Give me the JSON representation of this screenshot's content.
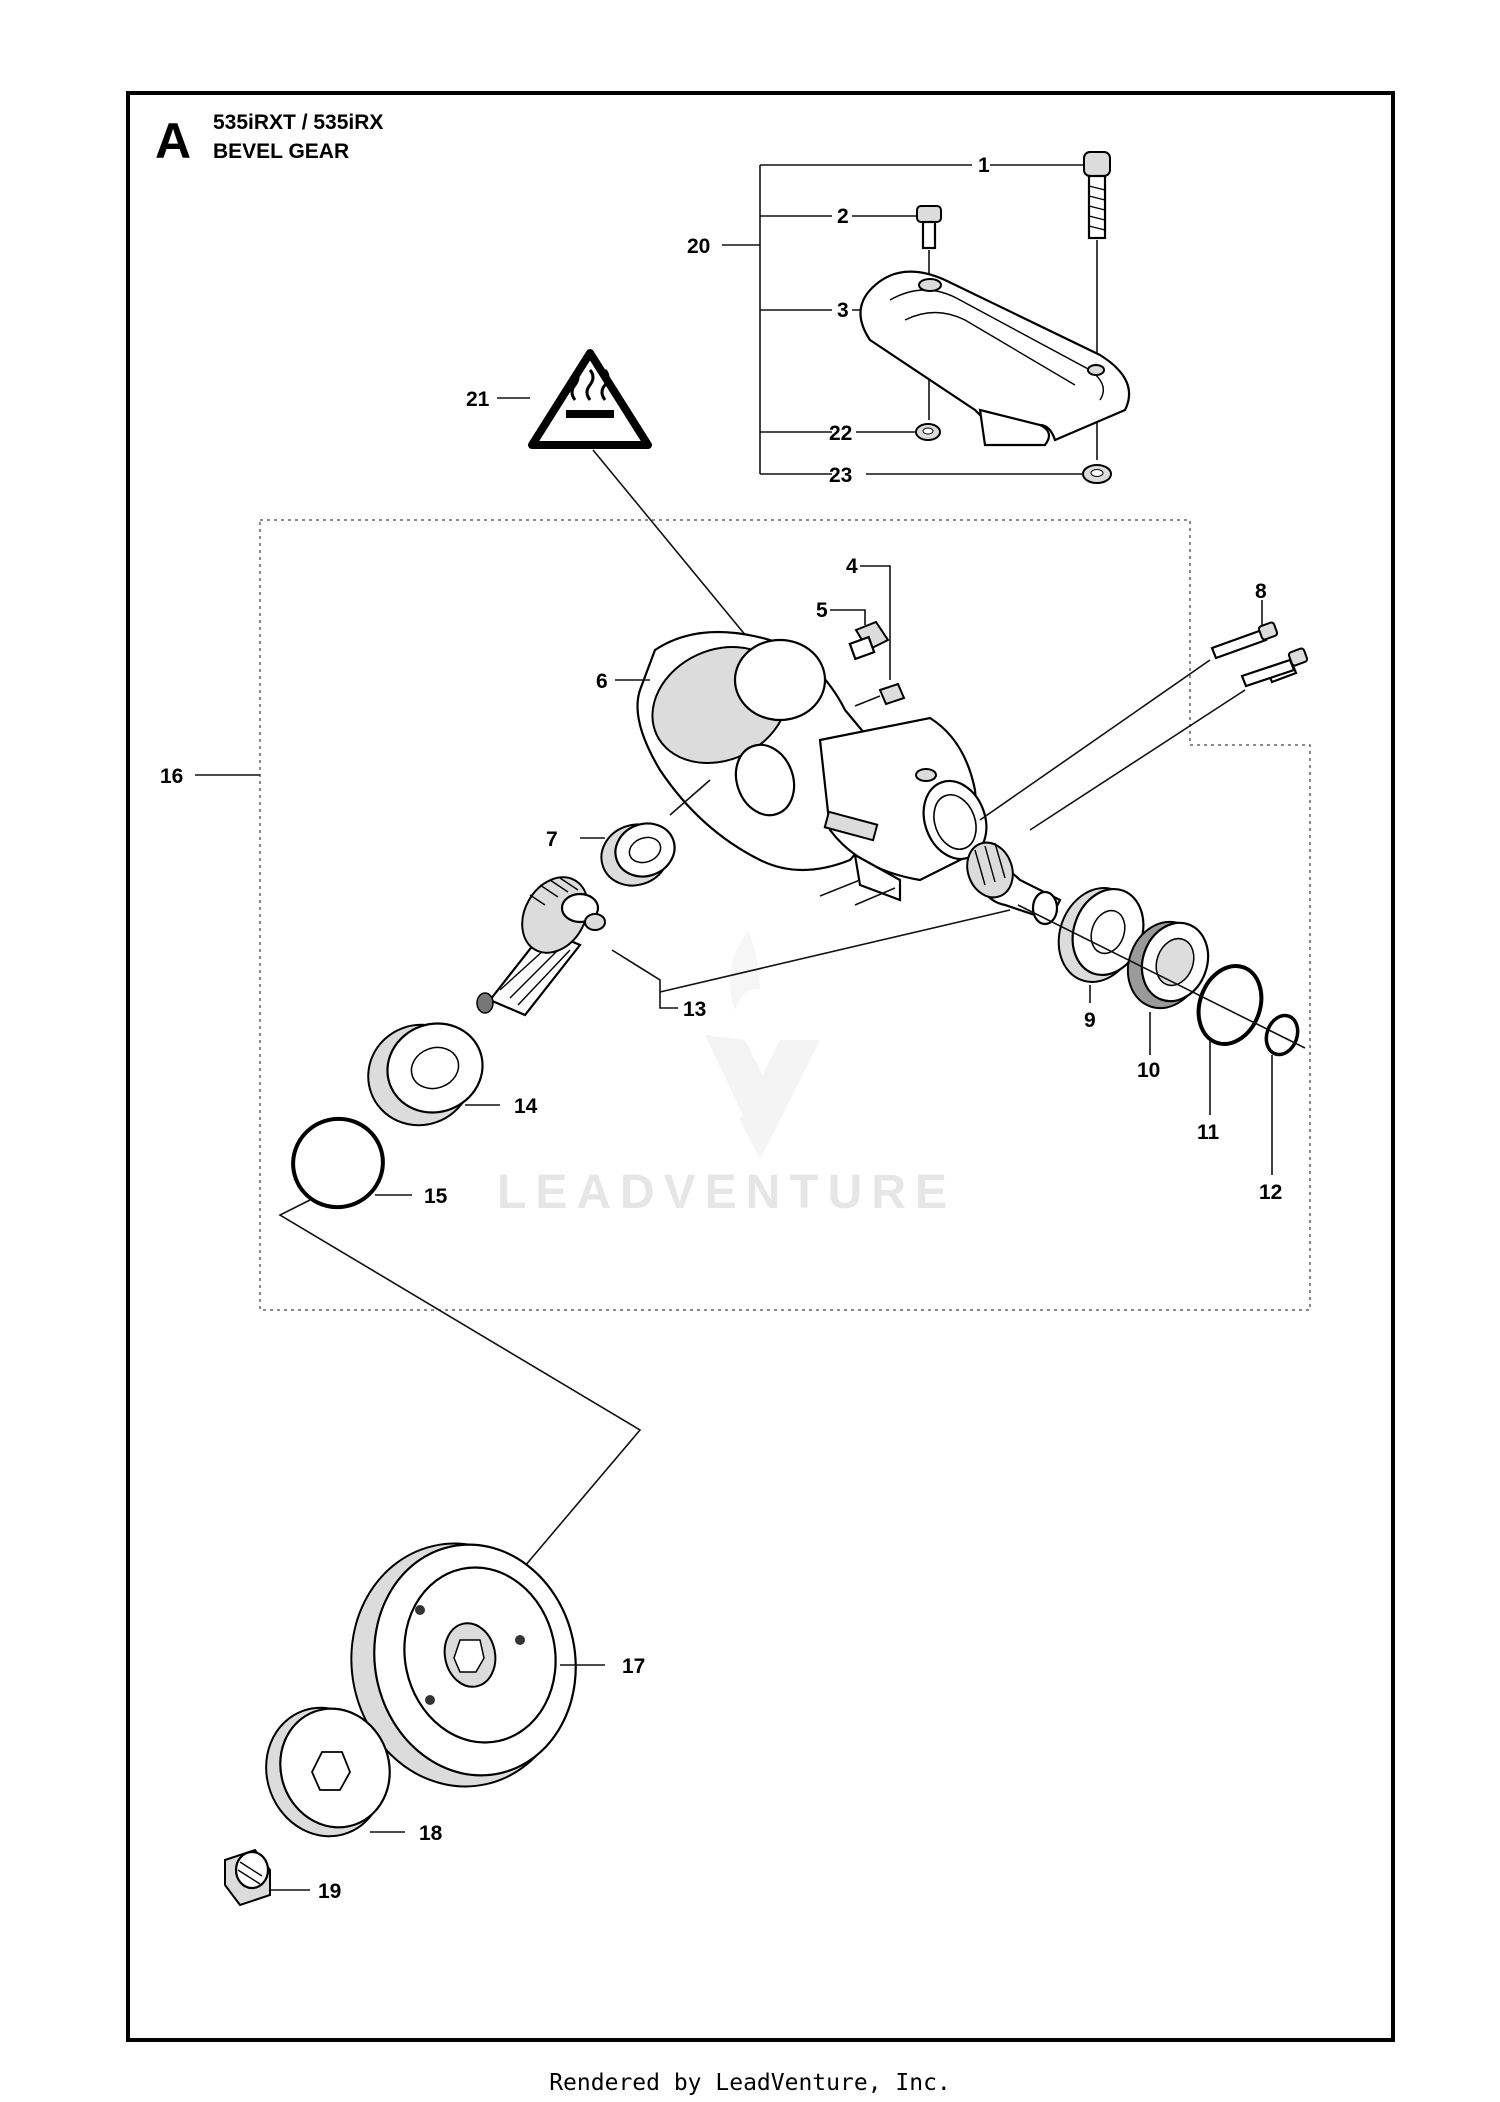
{
  "header": {
    "section_letter": "A",
    "models": "535iRXT / 535iRX",
    "title": "BEVEL GEAR"
  },
  "watermark": "LEADVENTURE",
  "footer": "Rendered by LeadVenture, Inc.",
  "callouts": [
    "1",
    "2",
    "3",
    "4",
    "5",
    "6",
    "7",
    "8",
    "9",
    "10",
    "11",
    "12",
    "13",
    "14",
    "15",
    "16",
    "17",
    "18",
    "19",
    "20",
    "21",
    "22",
    "23"
  ],
  "icons": {
    "warning": "hot-surface-warning-icon",
    "watermark_logo": "leadventure-logo-icon"
  }
}
